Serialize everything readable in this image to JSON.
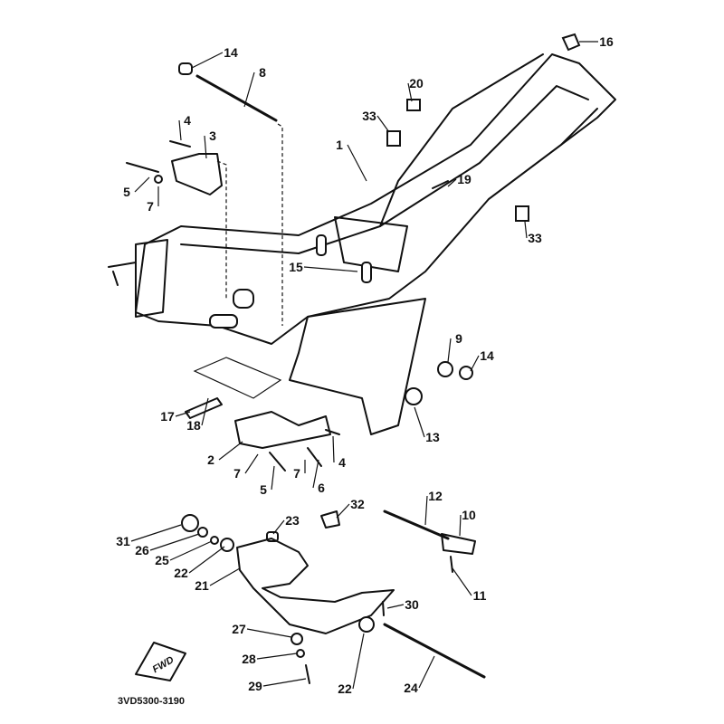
{
  "diagram": {
    "catalog_code": "3VD5300-3190",
    "fwd_mark": "FWD",
    "callouts": [
      {
        "num": "14"
      },
      {
        "num": "8"
      },
      {
        "num": "4"
      },
      {
        "num": "3"
      },
      {
        "num": "5"
      },
      {
        "num": "7"
      },
      {
        "num": "1"
      },
      {
        "num": "20"
      },
      {
        "num": "33"
      },
      {
        "num": "16"
      },
      {
        "num": "19"
      },
      {
        "num": "33"
      },
      {
        "num": "15"
      },
      {
        "num": "9"
      },
      {
        "num": "14"
      },
      {
        "num": "13"
      },
      {
        "num": "17"
      },
      {
        "num": "18"
      },
      {
        "num": "2"
      },
      {
        "num": "7"
      },
      {
        "num": "5"
      },
      {
        "num": "7"
      },
      {
        "num": "4"
      },
      {
        "num": "6"
      },
      {
        "num": "32"
      },
      {
        "num": "12"
      },
      {
        "num": "10"
      },
      {
        "num": "11"
      },
      {
        "num": "23"
      },
      {
        "num": "31"
      },
      {
        "num": "26"
      },
      {
        "num": "25"
      },
      {
        "num": "22"
      },
      {
        "num": "21"
      },
      {
        "num": "30"
      },
      {
        "num": "27"
      },
      {
        "num": "28"
      },
      {
        "num": "29"
      },
      {
        "num": "22"
      },
      {
        "num": "24"
      }
    ]
  }
}
